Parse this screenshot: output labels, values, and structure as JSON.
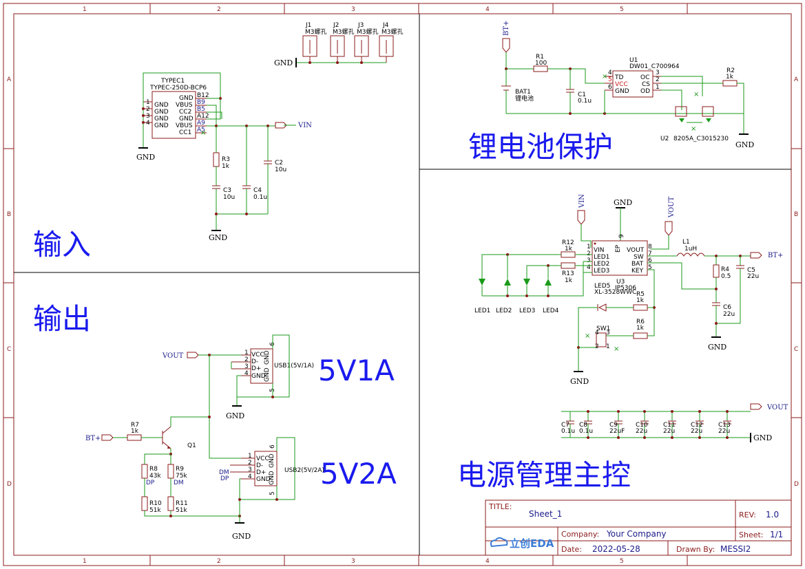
{
  "zones": {
    "columns": [
      "1",
      "2",
      "3",
      "4",
      "5"
    ],
    "rows": [
      "A",
      "B",
      "C",
      "D"
    ]
  },
  "sections": {
    "input": "输入",
    "output": "输出",
    "battery_protect": "锂电池保护",
    "power_main": "电源管理主控",
    "usb1_rating": "5V1A",
    "usb2_rating": "5V2A"
  },
  "nets": {
    "gnd": "GND",
    "vin": "VIN",
    "vout": "VOUT",
    "btplus": "BT+",
    "dp": "DP",
    "dm": "DM"
  },
  "screws": [
    {
      "ref": "J1",
      "value": "M3螺孔"
    },
    {
      "ref": "J2",
      "value": "M3螺孔"
    },
    {
      "ref": "J3",
      "value": "M3螺孔"
    },
    {
      "ref": "J4",
      "value": "M3螺孔"
    }
  ],
  "typec": {
    "ref": "TYPEC1",
    "value": "TYPEC-250D-BCP6",
    "left_pins": [
      {
        "n": "1",
        "name": "GND"
      },
      {
        "n": "2",
        "name": "GND"
      },
      {
        "n": "3",
        "name": "GND"
      },
      {
        "n": "4",
        "name": "GND"
      }
    ],
    "right_pins": [
      {
        "n": "B12",
        "name": "GND"
      },
      {
        "n": "B9",
        "name": "VBUS"
      },
      {
        "n": "B5",
        "name": "CC2"
      },
      {
        "n": "A12",
        "name": "GND"
      },
      {
        "n": "A9",
        "name": "VBUS"
      },
      {
        "n": "A5",
        "name": "CC1"
      }
    ]
  },
  "input_parts": {
    "r3": {
      "ref": "R3",
      "value": "1k"
    },
    "c3": {
      "ref": "C3",
      "value": "10u"
    },
    "c4": {
      "ref": "C4",
      "value": "0.1u"
    },
    "c2": {
      "ref": "C2",
      "value": "10u"
    }
  },
  "protect": {
    "r1": {
      "ref": "R1",
      "value": "100"
    },
    "c1": {
      "ref": "C1",
      "value": "0.1u"
    },
    "bat": {
      "ref": "BAT1",
      "value": "锂电池"
    },
    "u1": {
      "ref": "U1",
      "value": "DW01_C700964",
      "pins_left": [
        {
          "n": "4",
          "name": "TD"
        },
        {
          "n": "5",
          "name": "VCC"
        },
        {
          "n": "6",
          "name": "GND"
        }
      ],
      "pins_right": [
        {
          "n": "3",
          "name": "OC"
        },
        {
          "n": "2",
          "name": "CS"
        },
        {
          "n": "1",
          "name": "OD"
        }
      ]
    },
    "r2": {
      "ref": "R2",
      "value": "1k"
    },
    "u2": {
      "ref": "U2",
      "value": "8205A_C3015230"
    }
  },
  "power": {
    "u3": {
      "ref": "U3",
      "value": "IP5306",
      "pins_left": [
        {
          "n": "1",
          "name": "VIN"
        },
        {
          "n": "2",
          "name": "LED1"
        },
        {
          "n": "3",
          "name": "LED2"
        },
        {
          "n": "4",
          "name": "LED3"
        }
      ],
      "pins_right": [
        {
          "n": "8",
          "name": "VOUT"
        },
        {
          "n": "7",
          "name": "SW"
        },
        {
          "n": "6",
          "name": "BAT"
        },
        {
          "n": "5",
          "name": "KEY"
        }
      ],
      "ep": "EP",
      "ep_n": "9"
    },
    "r12": {
      "ref": "R12",
      "value": "1k"
    },
    "r13": {
      "ref": "R13",
      "value": "1k"
    },
    "l1": {
      "ref": "L1",
      "value": "1uH"
    },
    "r4": {
      "ref": "R4",
      "value": "0.5"
    },
    "c5": {
      "ref": "C5",
      "value": "22u"
    },
    "c6": {
      "ref": "C6",
      "value": "22u"
    },
    "led5": {
      "ref": "LED5",
      "value": "XL-3528WWC"
    },
    "r5": {
      "ref": "R5",
      "value": "1k"
    },
    "r6": {
      "ref": "R6",
      "value": "1k"
    },
    "sw1": {
      "ref": "SW1"
    },
    "leds": [
      "LED1",
      "LED2",
      "LED3",
      "LED4"
    ],
    "caps": [
      {
        "ref": "C7",
        "value": "0.1u"
      },
      {
        "ref": "C8",
        "value": "0.1u"
      },
      {
        "ref": "C9",
        "value": "22uF"
      },
      {
        "ref": "C10",
        "value": "22u"
      },
      {
        "ref": "C11",
        "value": "22u"
      },
      {
        "ref": "C12",
        "value": "22u"
      },
      {
        "ref": "C13",
        "value": "22u"
      }
    ]
  },
  "output": {
    "usb1": {
      "ref": "USB1(5V/1A)",
      "pins": [
        {
          "n": "1",
          "name": "VCC"
        },
        {
          "n": "2",
          "name": "D-"
        },
        {
          "n": "3",
          "name": "D+"
        },
        {
          "n": "4",
          "name": "GND"
        }
      ],
      "gnd_pins": [
        "6",
        "5"
      ],
      "gnd_name": "GND"
    },
    "usb2": {
      "ref": "USB2(5V/2A)",
      "pins": [
        {
          "n": "1",
          "name": "VCC"
        },
        {
          "n": "2",
          "name": "D-"
        },
        {
          "n": "3",
          "name": "D+"
        },
        {
          "n": "4",
          "name": "GND"
        }
      ],
      "gnd_pins": [
        "6",
        "5"
      ],
      "gnd_name": "GND"
    },
    "r7": {
      "ref": "R7",
      "value": "1k"
    },
    "q1": {
      "ref": "Q1"
    },
    "r8": {
      "ref": "R8",
      "value": "43k",
      "net": "DP"
    },
    "r9": {
      "ref": "R9",
      "value": "75k",
      "net": "DM"
    },
    "r10": {
      "ref": "R10",
      "value": "51k"
    },
    "r11": {
      "ref": "R11",
      "value": "51k"
    }
  },
  "title_block": {
    "title_label": "TITLE:",
    "title": "Sheet_1",
    "rev_label": "REV:",
    "rev": "1.0",
    "company_label": "Company:",
    "company": "Your Company",
    "sheet_label": "Sheet:",
    "sheet": "1/1",
    "date_label": "Date:",
    "date": "2022-05-28",
    "drawn_label": "Drawn By:",
    "drawn": "MESSI2",
    "logo_text": "立创EDA"
  },
  "colors": {
    "frame": "#8b1a1a",
    "wire": "#1a9a1a",
    "big_text": "#1a1aee",
    "label": "#1a1a8a"
  }
}
